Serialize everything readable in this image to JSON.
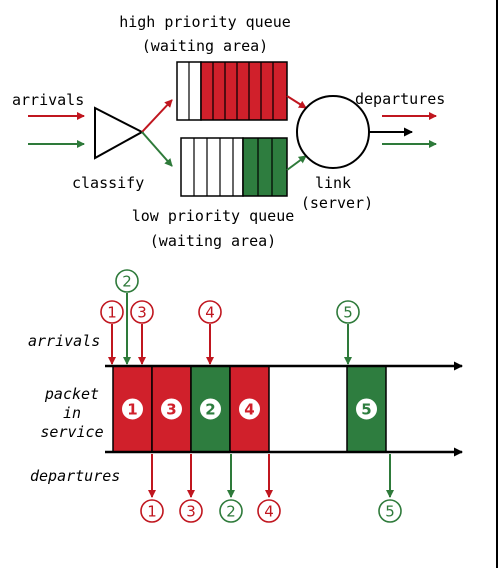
{
  "colors": {
    "red": "#c0161f",
    "red_fill": "#d0202b",
    "green": "#2e7a3a",
    "green_fill": "#2e7d3f",
    "black": "#000000"
  },
  "top": {
    "high_queue_title": "high priority queue",
    "high_queue_sub": "(waiting area)",
    "arrivals": "arrivals",
    "departures": "departures",
    "classify": "classify",
    "link": "link",
    "server": "(server)",
    "low_queue_title": "low priority queue",
    "low_queue_sub": "(waiting area)"
  },
  "bottom": {
    "arrivals": "arrivals",
    "packet": "packet",
    "in": "in",
    "service": "service",
    "departures": "departures"
  },
  "arrival_markers": [
    {
      "label": "1",
      "color": "red"
    },
    {
      "label": "2",
      "color": "green"
    },
    {
      "label": "3",
      "color": "red"
    },
    {
      "label": "4",
      "color": "red"
    },
    {
      "label": "5",
      "color": "green"
    }
  ],
  "service_slots": [
    {
      "label": "1",
      "color": "red"
    },
    {
      "label": "3",
      "color": "red"
    },
    {
      "label": "2",
      "color": "green"
    },
    {
      "label": "4",
      "color": "red"
    },
    {
      "label": "",
      "color": "none"
    },
    {
      "label": "",
      "color": "none"
    },
    {
      "label": "5",
      "color": "green"
    }
  ],
  "departure_markers": [
    {
      "label": "1",
      "color": "red"
    },
    {
      "label": "3",
      "color": "red"
    },
    {
      "label": "2",
      "color": "green"
    },
    {
      "label": "4",
      "color": "red"
    },
    {
      "label": "5",
      "color": "green"
    }
  ]
}
